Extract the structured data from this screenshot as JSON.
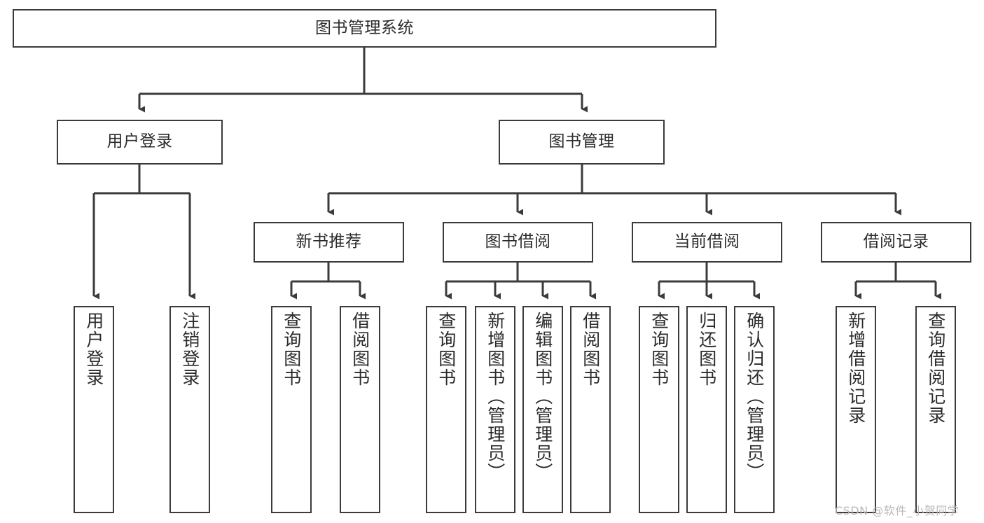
{
  "diagram": {
    "type": "tree-hierarchy-chart",
    "title": "图书管理系统",
    "box_fill": "#ffffff",
    "box_stroke": "#3b3b3b",
    "edge_color": "#3b3b3b",
    "background": "#ffffff",
    "levels": [
      {
        "level": 1,
        "nodes": [
          {
            "id": "root",
            "label": "图书管理系统",
            "orientation": "horizontal"
          }
        ]
      },
      {
        "level": 2,
        "nodes": [
          {
            "id": "login",
            "label": "用户登录",
            "orientation": "horizontal",
            "parent": "root"
          },
          {
            "id": "bookmgmt",
            "label": "图书管理",
            "orientation": "horizontal",
            "parent": "root"
          }
        ]
      },
      {
        "level": 3,
        "nodes": [
          {
            "id": "newbook",
            "label": "新书推荐",
            "orientation": "horizontal",
            "parent": "bookmgmt"
          },
          {
            "id": "borrow",
            "label": "图书借阅",
            "orientation": "horizontal",
            "parent": "bookmgmt"
          },
          {
            "id": "current",
            "label": "当前借阅",
            "orientation": "horizontal",
            "parent": "bookmgmt"
          },
          {
            "id": "record",
            "label": "借阅记录",
            "orientation": "horizontal",
            "parent": "bookmgmt"
          }
        ]
      },
      {
        "level": 4,
        "nodes": [
          {
            "id": "leaf-user-login",
            "label": "用户登录",
            "orientation": "vertical",
            "parent": "login"
          },
          {
            "id": "leaf-user-logout",
            "label": "注销登录",
            "orientation": "vertical",
            "parent": "login"
          },
          {
            "id": "leaf-newbook-query",
            "label": "查询图书",
            "orientation": "vertical",
            "parent": "newbook"
          },
          {
            "id": "leaf-newbook-borrow",
            "label": "借阅图书",
            "orientation": "vertical",
            "parent": "newbook"
          },
          {
            "id": "leaf-borrow-query",
            "label": "查询图书",
            "orientation": "vertical",
            "parent": "borrow"
          },
          {
            "id": "leaf-borrow-add",
            "label": "新增图书（管理员）",
            "orientation": "vertical",
            "parent": "borrow"
          },
          {
            "id": "leaf-borrow-edit",
            "label": "编辑图书（管理员）",
            "orientation": "vertical",
            "parent": "borrow"
          },
          {
            "id": "leaf-borrow-lend",
            "label": "借阅图书",
            "orientation": "vertical",
            "parent": "borrow"
          },
          {
            "id": "leaf-current-query",
            "label": "查询图书",
            "orientation": "vertical",
            "parent": "current"
          },
          {
            "id": "leaf-current-return",
            "label": "归还图书",
            "orientation": "vertical",
            "parent": "current"
          },
          {
            "id": "leaf-current-confirm",
            "label": "确认归还（管理员）",
            "orientation": "vertical",
            "parent": "current"
          },
          {
            "id": "leaf-record-add",
            "label": "新增借阅记录",
            "orientation": "vertical",
            "parent": "record"
          },
          {
            "id": "leaf-record-query",
            "label": "查询借阅记录",
            "orientation": "vertical",
            "parent": "record"
          }
        ]
      }
    ]
  },
  "watermark": {
    "text": "CSDN @软件_小贺同学",
    "color": "#b9b9b9"
  }
}
